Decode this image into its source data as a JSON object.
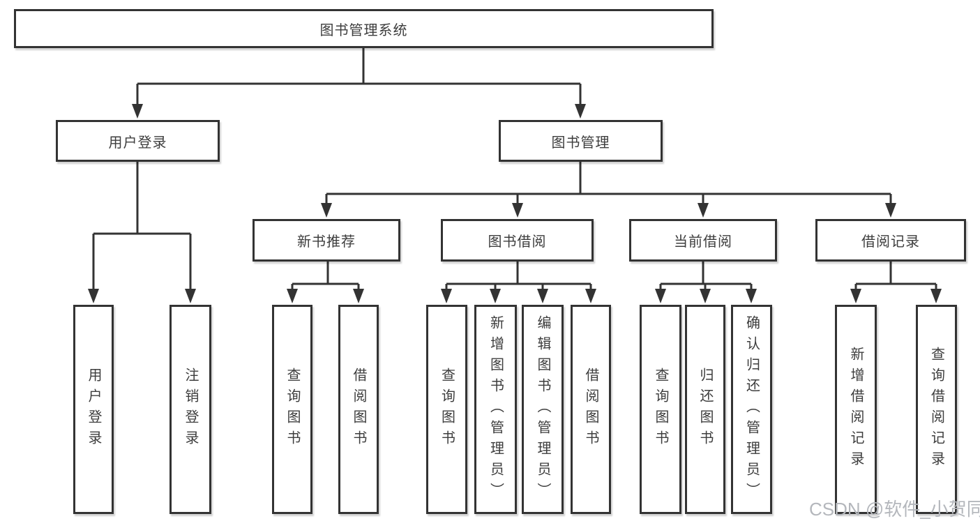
{
  "diagram": {
    "title_node": {
      "label": "图书管理系统"
    },
    "level2": {
      "user_login": {
        "label": "用户登录"
      },
      "book_management": {
        "label": "图书管理"
      }
    },
    "level3": {
      "new_book_recommend": {
        "label": "新书推荐"
      },
      "book_borrowing": {
        "label": "图书借阅"
      },
      "current_borrowing": {
        "label": "当前借阅"
      },
      "borrowing_records": {
        "label": "借阅记录"
      }
    },
    "leaves": {
      "user_login_leaf": {
        "label": "用户登录"
      },
      "logout_leaf": {
        "label": "注销登录"
      },
      "recommend_query_books": {
        "label": "查询图书"
      },
      "recommend_borrow_books": {
        "label": "借阅图书"
      },
      "borrowing_query_books": {
        "label": "查询图书"
      },
      "borrowing_add_books": {
        "label": "新增图书（管理员）"
      },
      "borrowing_edit_books": {
        "label": "编辑图书（管理员）"
      },
      "borrowing_borrow_books": {
        "label": "借阅图书"
      },
      "current_query_books": {
        "label": "查询图书"
      },
      "current_return_books": {
        "label": "归还图书"
      },
      "current_confirm_return": {
        "label": "确认归还（管理员）"
      },
      "records_add_record": {
        "label": "新增借阅记录"
      },
      "records_query_record": {
        "label": "查询借阅记录"
      }
    }
  },
  "watermark": {
    "text": "CSDN @软件_小贺同学"
  },
  "colors": {
    "line": "#333333",
    "node_border": "#333333",
    "node_text": "#3d3d3d",
    "background": "#ffffff",
    "watermark": "#b4b7bc"
  }
}
